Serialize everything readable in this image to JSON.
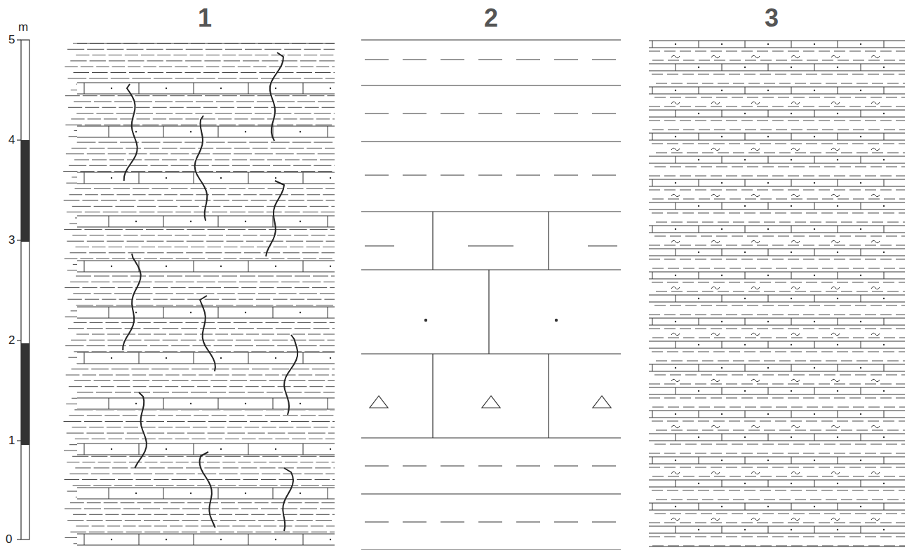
{
  "diagram": {
    "labels": [
      "5",
      "m",
      "4",
      "3",
      "2",
      "1",
      "0",
      "1",
      "2",
      "3"
    ]
  }
}
